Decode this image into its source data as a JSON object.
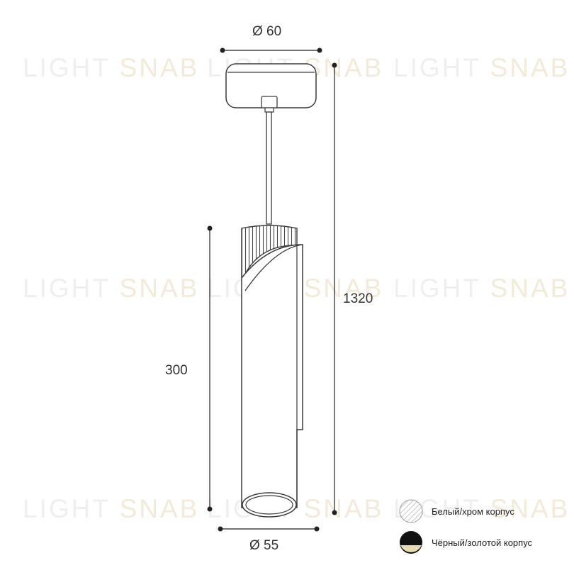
{
  "watermark": {
    "part1": "LIGHT",
    "part2": "SNAB"
  },
  "dimensions": {
    "top_diameter": "Ø 60",
    "bottom_diameter": "Ø 55",
    "body_height": "300",
    "total_height": "1320"
  },
  "legend": [
    {
      "label": "Белый/хром корпус",
      "swatch": "white-chrome-swatch"
    },
    {
      "label": "Чёрный/золотой корпус",
      "swatch": "black-gold-swatch"
    }
  ],
  "colors": {
    "line": "#3a3a3a",
    "body_fill": "#ffffff",
    "swatch_black": "#111111",
    "swatch_gold": "#e8dcb0",
    "swatch_chrome": "#d8d8d8"
  }
}
